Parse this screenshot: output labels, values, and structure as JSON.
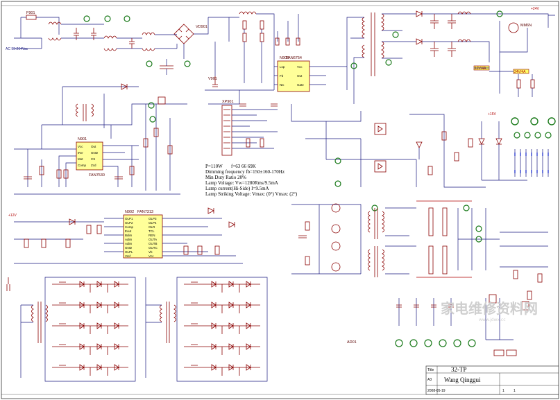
{
  "connector_label": "XP901",
  "specs": {
    "power": "P=110W",
    "freq": "f=63   66   69K",
    "dimming": "Dimming frequency fb=150±160-170Hz",
    "duty": "Min Duty Ratio 20%",
    "lamp_voltage": "Lamp Voltage: Vw=1280Rms/9.5mA",
    "lamp_current": "Lamp current(Hi-Side) I=9.5mA",
    "strike": "Lamp Striking Voltage: Vmax:   (0°)  Vmax:    (2°)"
  },
  "ics": {
    "u_left": {
      "ref": "N901",
      "part": "FAN7530",
      "pins_l": [
        "Vcc",
        "INV",
        "Mot",
        "Comp"
      ],
      "pins_r": [
        "Out",
        "GND",
        "CS",
        "Zcd"
      ]
    },
    "u_mid": {
      "ref": "N903",
      "part": "FAN6754",
      "pins_l": [
        "Lsp",
        "Fb",
        "NC"
      ],
      "pins_r": [
        "Vcc",
        "Out",
        "Gate"
      ]
    },
    "u_inv": {
      "ref": "N902",
      "part": "FAN7313",
      "pins_l": [
        "OLP1",
        "OLP2",
        "Comp",
        "Eout",
        "Bdim",
        "Adim",
        "Adim",
        "GND",
        "OLPL",
        "Vref"
      ],
      "pins_r": [
        "OLP3",
        "OLP4",
        "OLR",
        "TCL",
        "REN",
        "OUTA",
        "OUTB",
        "OUTC",
        "Vb",
        "Vcc"
      ]
    }
  },
  "labels": {
    "power_rail_top": "+15V",
    "net_12v": "+12V",
    "net_24v": "+24V",
    "ac_in": "AC 90-264Vac",
    "fuse": "F901",
    "bridge": "VD901",
    "pfc_fet": "V901",
    "relay": "MM6N",
    "out_12": "12V/4A",
    "out_24": "24V/4A"
  },
  "title_block": {
    "title": "32-TP",
    "designer": "Wang Qinggui",
    "size": "A3",
    "sheet": "1",
    "of": "1",
    "date": "2008-05-19"
  },
  "watermark": {
    "brand": "家电维修资料网",
    "url": "www.jdwx.cc"
  }
}
